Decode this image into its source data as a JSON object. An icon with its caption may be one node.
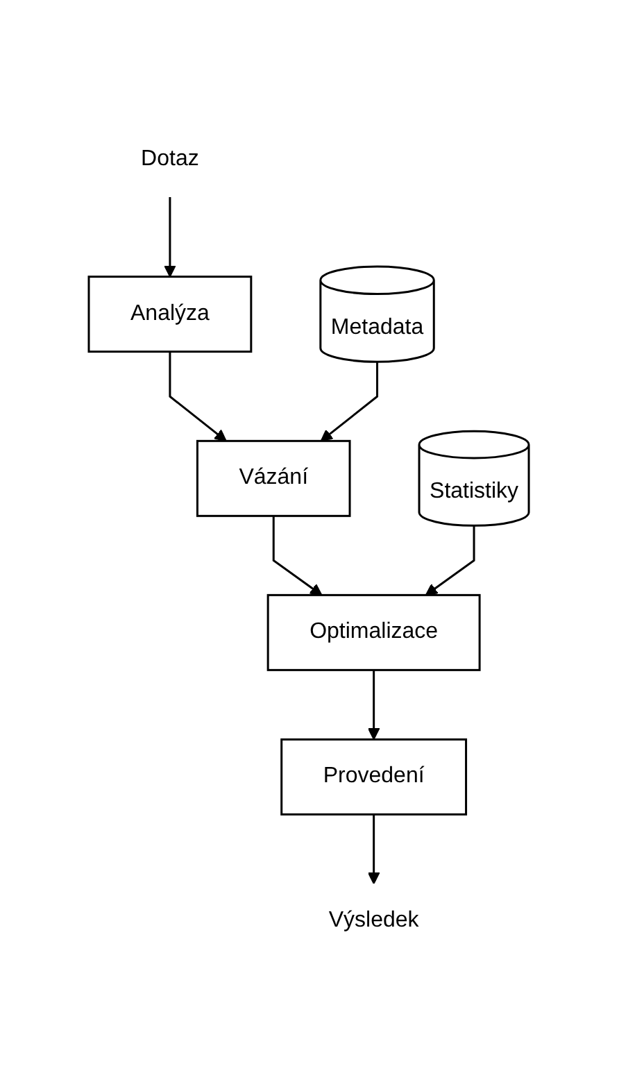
{
  "diagram": {
    "nodes": [
      {
        "text": [
          "Dotaz"
        ]
      },
      {
        "text": [
          "Analýza"
        ]
      },
      {
        "text": [
          "Vázání"
        ]
      },
      {
        "text": [
          "Optimalizace"
        ]
      },
      {
        "text": [
          "Provedení"
        ]
      },
      {
        "text": [
          "Výsledek"
        ]
      },
      {
        "text": [
          "Metadata"
        ]
      },
      {
        "text": [
          "Statistiky"
        ]
      }
    ],
    "edges": [
      {
        "from": 0,
        "to": 1,
        "arrow": "to"
      },
      {
        "from": 1,
        "to": 2,
        "arrow": "to"
      },
      {
        "from": 2,
        "to": 3,
        "arrow": "to"
      },
      {
        "from": 3,
        "to": 4,
        "arrow": "to"
      },
      {
        "from": 4,
        "to": 5,
        "arrow": "to"
      },
      {
        "from": 6,
        "to": 2,
        "arrow": "to"
      },
      {
        "from": 7,
        "to": 3,
        "arrow": "to"
      }
    ]
  }
}
